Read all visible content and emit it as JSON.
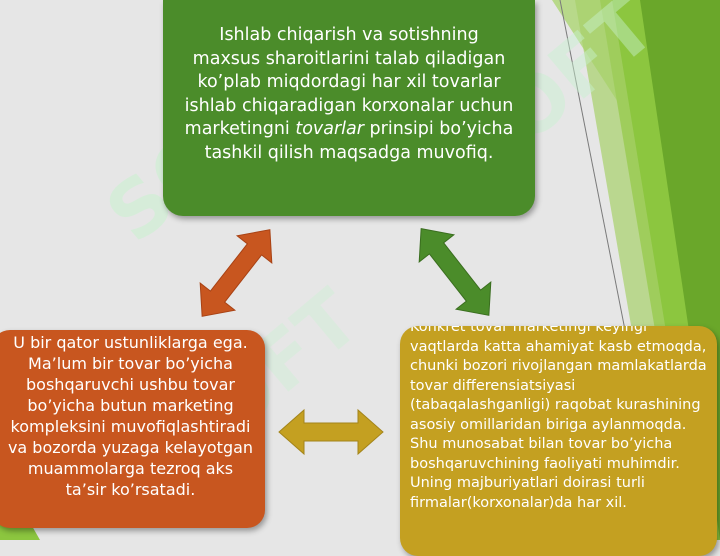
{
  "diagram": {
    "top_box": {
      "text_before": "Ishlab chiqarish va sotishning maxsus sharoitlarini talab qiladigan ko’plab miqdordagi har xil tovarlar ishlab chiqaradigan korxonalar uchun marketingni ",
      "emphasis": "tovarlar",
      "text_after": " prinsipi bo’yicha tashkil qilish maqsadga muvofiq."
    },
    "left_box": {
      "text": "U bir qator ustunliklarga ega. Ma’lum bir tovar bo’yicha boshqaruvchi ushbu tovar bo’yicha butun marketing kompleksini muvofiqlashtiradi va bozorda yuzaga kelayotgan muammolarga tezroq aks ta’sir ko’rsatadi."
    },
    "right_box": {
      "text": "Konkret tovar marketingi keyingi vaqtlarda katta ahamiyat kasb etmoqda, chunki bozori rivojlangan mamlakatlarda tovar differensiatsiyasi (tabaqalashganligi) raqobat kurashining asosiy omillaridan biriga aylanmoqda. Shu munosabat bilan tovar bo’yicha boshqaruvchining faoliyati muhimdir. Uning majburiyatlari doirasi turli firmalar(korxonalar)da har xil."
    },
    "watermark_text": "SOFT"
  },
  "colors": {
    "background": "#e6e6e6",
    "green_box": "#4b8c2a",
    "orange_box": "#c8561f",
    "gold_box": "#c4a021",
    "arrow_orange": "#c8561f",
    "arrow_green": "#4b8c2a",
    "arrow_gold": "#c4a021",
    "stripe_green": "#7fb832",
    "watermark": "#c9f2d0"
  }
}
